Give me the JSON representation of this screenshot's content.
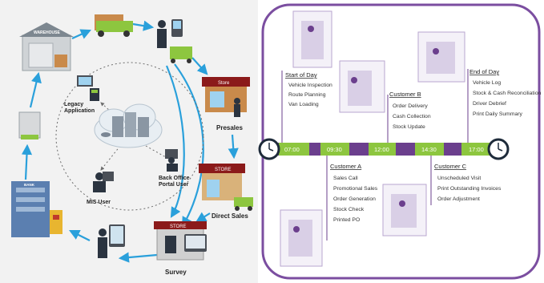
{
  "sales_cycle": {
    "labels": {
      "warehouse": "WAREHOUSE",
      "legacy_application": "Legacy\nApplication",
      "store_presales": "Store",
      "presales": "Presales",
      "store_direct": "STORE",
      "direct_sales": "Direct Sales",
      "store_survey": "STORE",
      "survey": "Survey",
      "back_office_user": "Back Office\nPortal User",
      "mis_user": "MIS User",
      "bank": "BANK"
    },
    "colors": {
      "arrow": "#2aa0db",
      "dotted": "#6e6e6e",
      "truck": "#8dc63f"
    }
  },
  "timeline": {
    "colors": {
      "track_green": "#8dc63f",
      "track_purple": "#6b3f8d",
      "frame": "#7b4ea0"
    },
    "times": [
      "07:00",
      "09:30",
      "12:00",
      "14:30",
      "17:00"
    ],
    "events": [
      {
        "title": "Start of Day",
        "items": [
          "Vehicle Inspection",
          "Route Planning",
          "Van Loading"
        ]
      },
      {
        "title": "Customer B",
        "items": [
          "Order Delivery",
          "Cash Collection",
          "Stock Update"
        ]
      },
      {
        "title": "End of Day",
        "items": [
          "Vehicle Log",
          "Stock & Cash Reconciliation",
          "Driver Debrief",
          "Print Daily Summary"
        ]
      },
      {
        "title": "Customer A",
        "items": [
          "Sales Call",
          "Promotional Sales",
          "Order Generation",
          "Stock Check",
          "Printed PO"
        ]
      },
      {
        "title": "Customer C",
        "items": [
          "Unscheduled Visit",
          "Print Outstanding Invoices",
          "Order Adjustment"
        ]
      }
    ]
  }
}
